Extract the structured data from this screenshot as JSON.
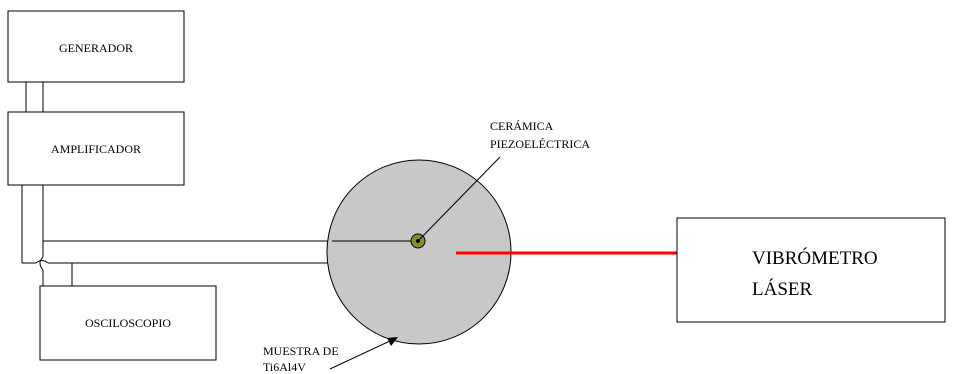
{
  "diagram": {
    "generator_label": "GENERADOR",
    "amplifier_label": "AMPLIFICADOR",
    "oscilloscope_label": "OSCILOSCOPIO",
    "vibrometer_label_line1": "VIBRÓMETRO",
    "vibrometer_label_line2": "LÁSER",
    "ceramic_label_line1": "CERÁMICA",
    "ceramic_label_line2": "PIEZOELÉCTRICA",
    "sample_label_line1": "MUESTRA DE",
    "sample_label_line2": "Ti6Al4V"
  },
  "colors": {
    "sample_disc": "#c8c8c8",
    "piezo_ceramic": "#8b8b2a",
    "laser_beam": "#ff0000",
    "box_stroke": "#000000"
  }
}
